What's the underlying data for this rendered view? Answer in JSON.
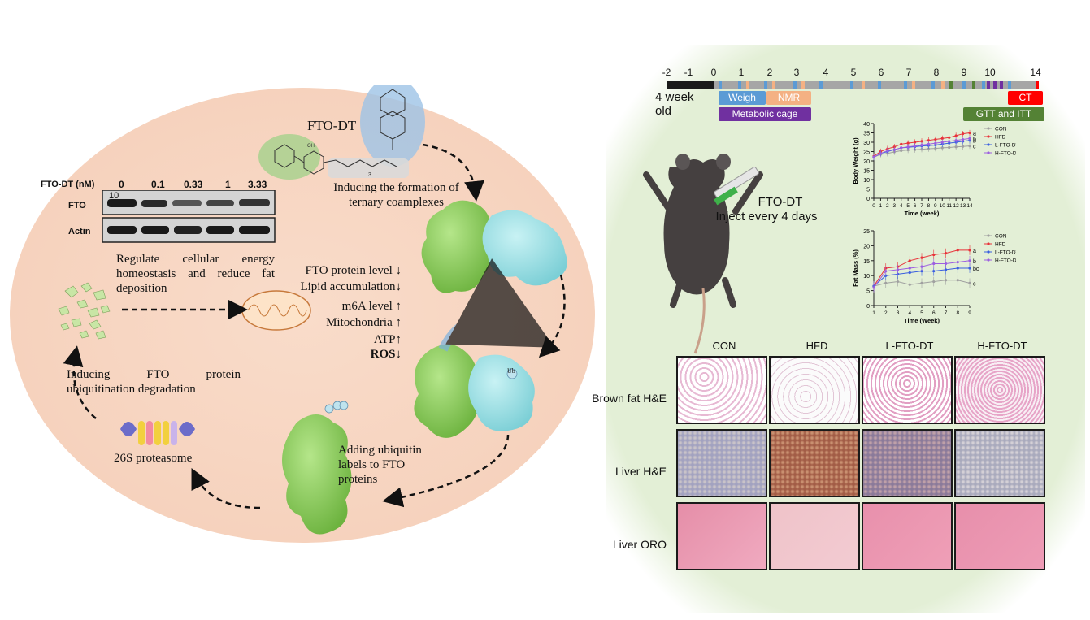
{
  "left": {
    "compound_name": "FTO-DT",
    "compound_sub": "3",
    "western_blot": {
      "header_label": "FTO-DT (nM)",
      "concentrations": [
        "0",
        "0.1",
        "0.33",
        "1",
        "3.33"
      ],
      "rows": [
        "FTO",
        "Actin"
      ],
      "inset_number": "10"
    },
    "steps": {
      "ternary": "Inducing the formation of ternary coamplexes",
      "ubiquitin_labels": "Adding ubiquitin labels to FTO proteins",
      "degradation": "Inducing FTO protein ubiquitination degradation",
      "regulate": "Regulate cellular energy homeostasis and reduce fat deposition"
    },
    "effects": [
      {
        "text": "FTO protein level",
        "arrow": "↓",
        "bold": false
      },
      {
        "text": "Lipid accumulation",
        "arrow": "↓",
        "bold": false
      },
      {
        "text": "m6A level",
        "arrow": "↑",
        "bold": false
      },
      {
        "text": "Mitochondria",
        "arrow": "↑",
        "bold": false
      },
      {
        "text": "ATP",
        "arrow": "↑",
        "bold": false
      },
      {
        "text": "ROS",
        "arrow": "↓",
        "bold": true
      }
    ],
    "proteasome_label": "26S proteasome",
    "ub_label": "Ub"
  },
  "right": {
    "timeline": {
      "ticks": [
        "-2",
        "-1",
        "0",
        "1",
        "2",
        "3",
        "4",
        "5",
        "6",
        "7",
        "8",
        "9",
        "10",
        "14"
      ],
      "age_label": "4 week old",
      "legend": {
        "weigh": "Weigh",
        "nmr": "NMR",
        "metabolic": "Metabolic cage",
        "ct": "CT",
        "gtt": "GTT and ITT"
      },
      "colors": {
        "weigh": "#5b9bd5",
        "nmr": "#f4b183",
        "metabolic": "#7030a0",
        "ct": "#ff0000",
        "gtt": "#548235",
        "bar": "#a6a6a6",
        "pre": "#1a1a1a"
      }
    },
    "injection": {
      "title": "FTO-DT",
      "subtitle": "Inject every 4 days"
    },
    "histology": {
      "columns": [
        "CON",
        "HFD",
        "L-FTO-DT",
        "H-FTO-DT"
      ],
      "rows": [
        "Brown fat H&E",
        "Liver H&E",
        "Liver ORO"
      ]
    }
  },
  "chart_data": [
    {
      "type": "line",
      "ylabel": "Body Weight (g)",
      "xlabel": "Time (week)",
      "ylim": [
        0,
        40
      ],
      "yticks": [
        0,
        5,
        10,
        15,
        20,
        25,
        30,
        35,
        40
      ],
      "x": [
        0,
        1,
        2,
        3,
        4,
        5,
        6,
        7,
        8,
        9,
        10,
        11,
        12,
        13,
        14
      ],
      "series": [
        {
          "name": "CON",
          "color": "#a0a0a0",
          "letter": "c",
          "values": [
            22,
            23.5,
            24,
            24.8,
            25.5,
            25.8,
            26,
            26.2,
            26.5,
            26.7,
            27,
            27.2,
            27.5,
            27.7,
            28
          ]
        },
        {
          "name": "HFD",
          "color": "#e8333a",
          "letter": "a",
          "values": [
            22.5,
            25,
            26.5,
            27.5,
            29,
            29.5,
            30,
            30.5,
            31,
            31.5,
            32,
            32.5,
            33.5,
            34.5,
            35
          ]
        },
        {
          "name": "L-FTO-DT",
          "color": "#3a5fe0",
          "letter": "b",
          "values": [
            22,
            24,
            25,
            26,
            27,
            27.3,
            27.6,
            28,
            28.2,
            28.5,
            29,
            29.5,
            30,
            30.5,
            31
          ]
        },
        {
          "name": "H-FTO-DT",
          "color": "#9c5fe0",
          "letter": "b",
          "values": [
            22,
            24,
            25.5,
            26,
            27,
            27.5,
            28,
            28.5,
            29,
            29.5,
            30,
            30.5,
            31,
            31.5,
            32
          ]
        }
      ]
    },
    {
      "type": "line",
      "ylabel": "Fat Mass (%)",
      "xlabel": "Time (Week)",
      "ylim": [
        0,
        25
      ],
      "yticks": [
        0,
        5,
        10,
        15,
        20,
        25
      ],
      "x": [
        1,
        2,
        3,
        4,
        5,
        6,
        7,
        8,
        9
      ],
      "series": [
        {
          "name": "CON",
          "color": "#a0a0a0",
          "letter": "c",
          "values": [
            6.5,
            7.5,
            8,
            7,
            7.5,
            8,
            8.5,
            8.5,
            7.5
          ]
        },
        {
          "name": "HFD",
          "color": "#e8333a",
          "letter": "a",
          "values": [
            6.5,
            12.5,
            13,
            15,
            16,
            17,
            17.5,
            18.5,
            18.5
          ]
        },
        {
          "name": "L-FTO-DT",
          "color": "#3a5fe0",
          "letter": "bc",
          "values": [
            6.5,
            10,
            10.5,
            11,
            11.5,
            11.5,
            12,
            12.5,
            12.5
          ]
        },
        {
          "name": "H-FTO-DT",
          "color": "#9c5fe0",
          "letter": "b",
          "values": [
            6,
            11.5,
            12,
            12.5,
            13,
            14,
            14,
            14.5,
            15
          ]
        }
      ]
    }
  ]
}
